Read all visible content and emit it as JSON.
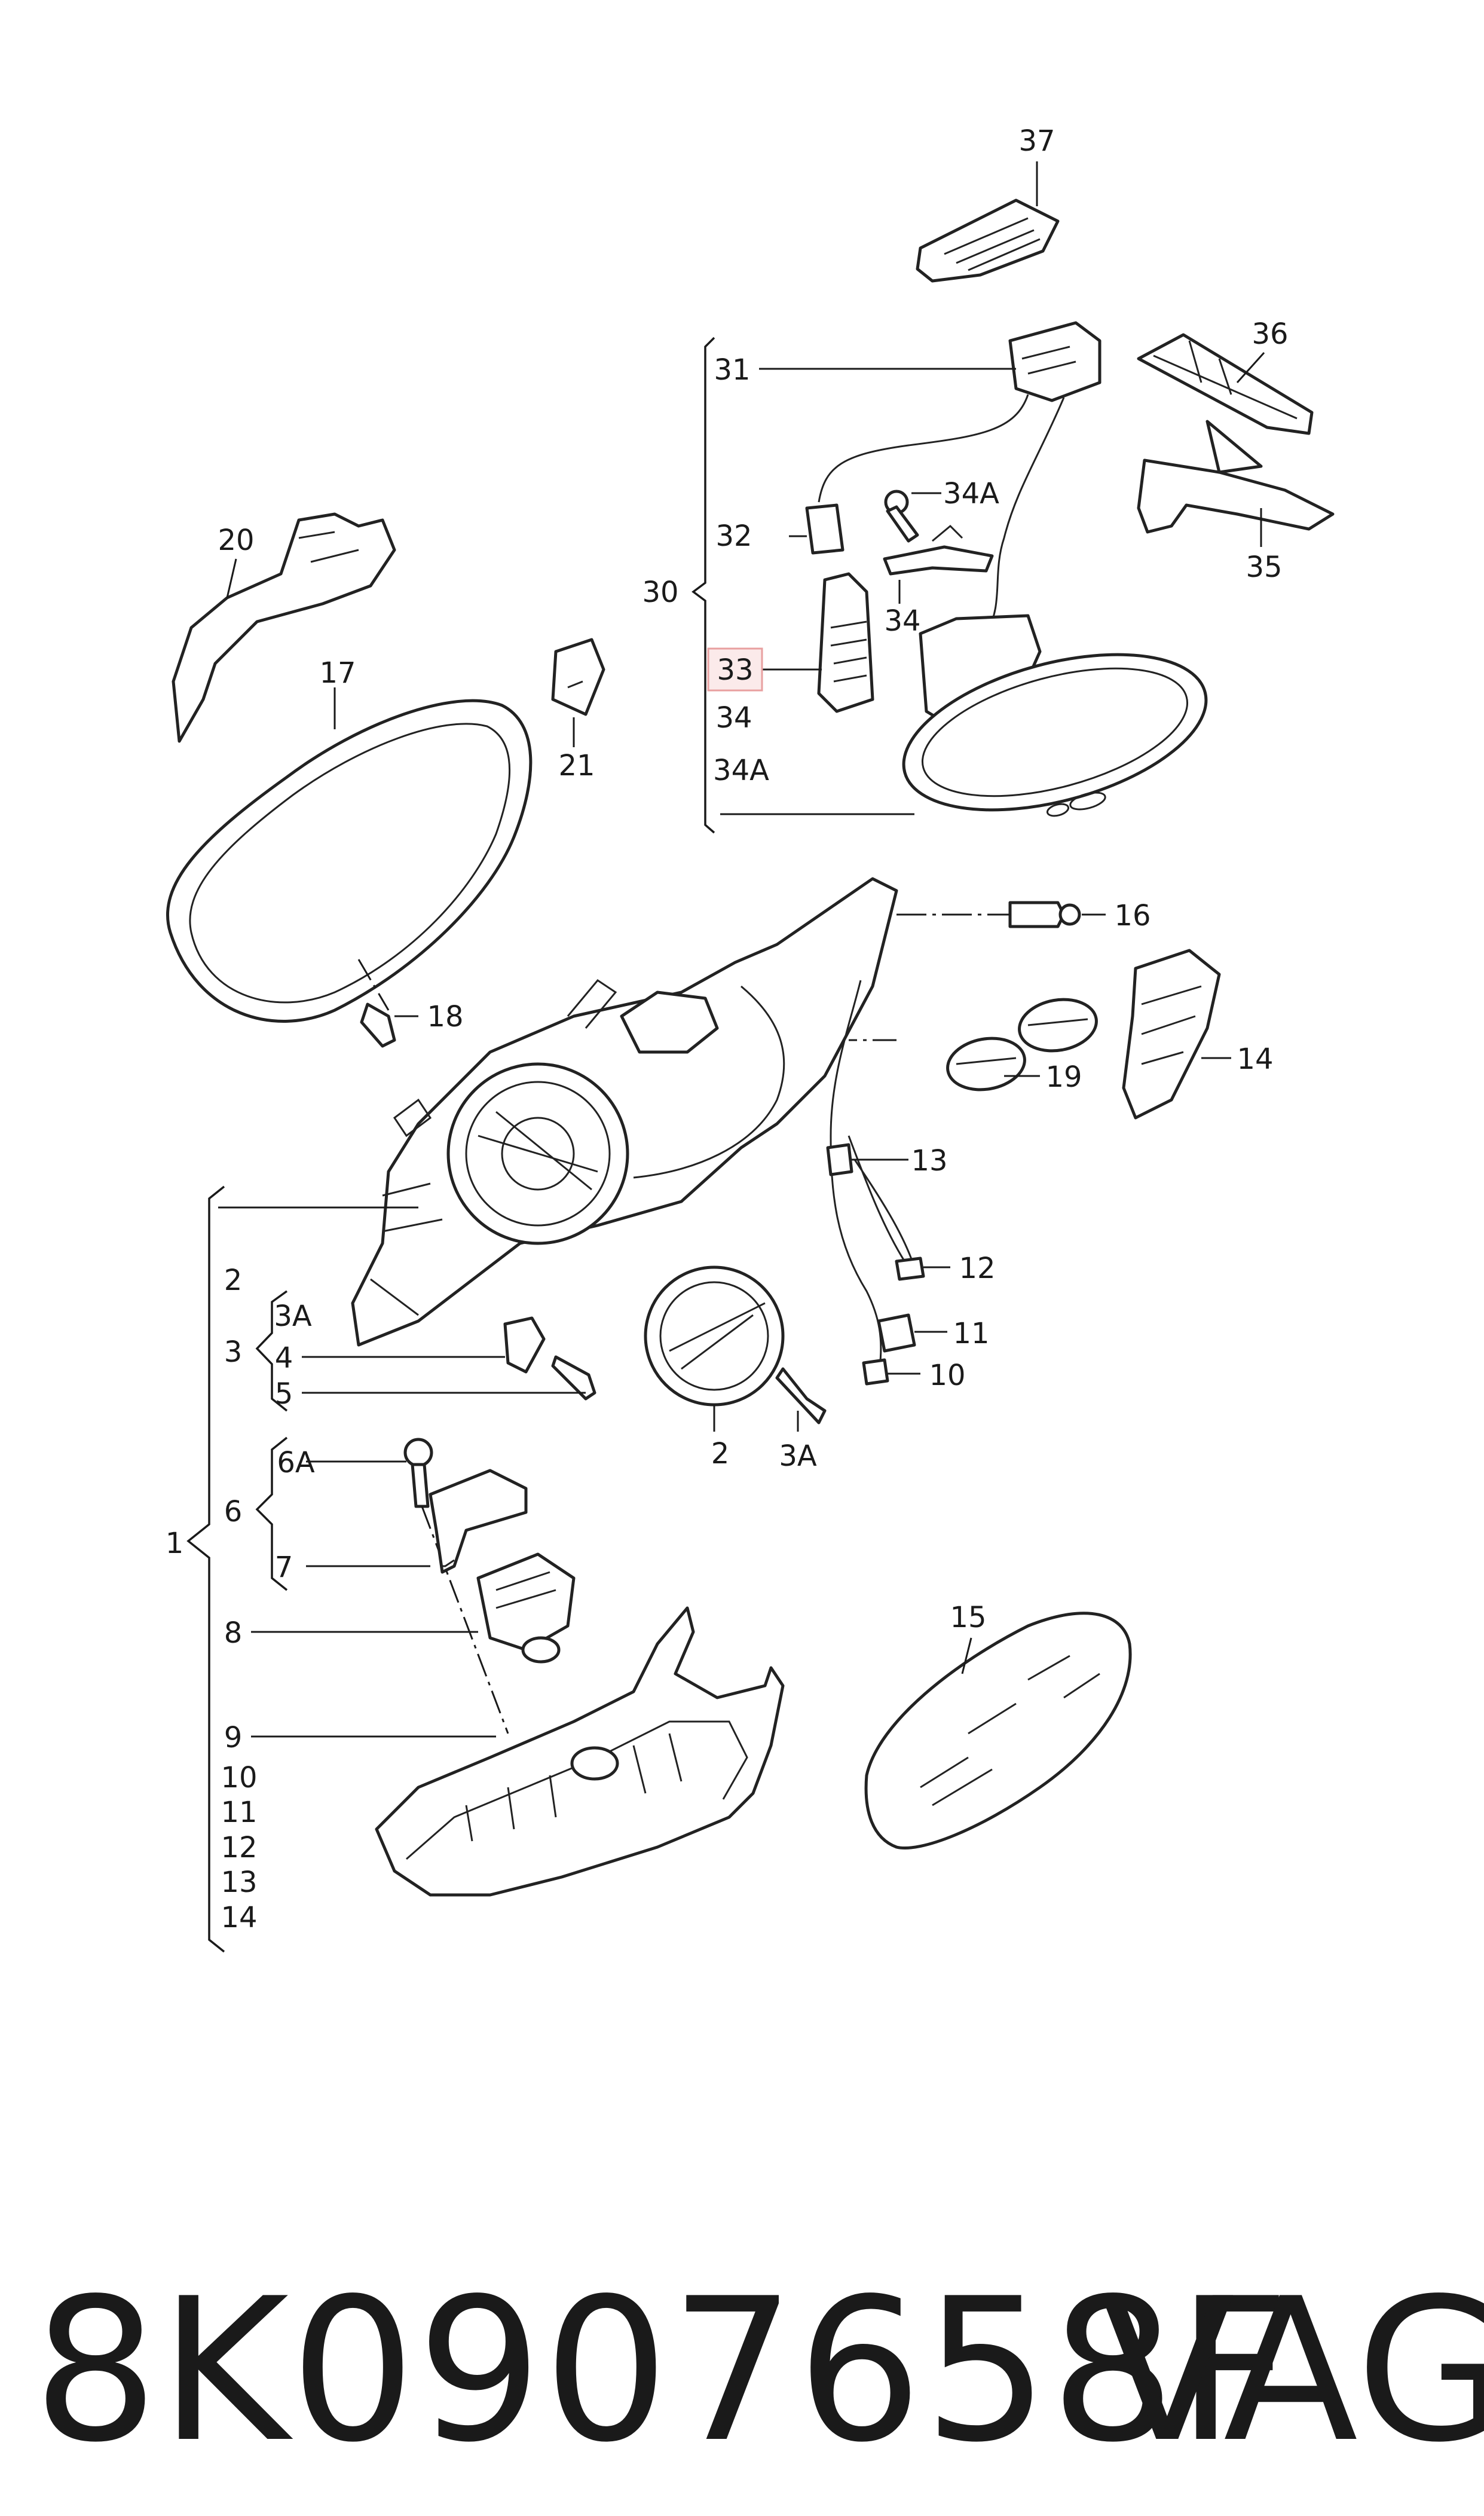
{
  "diagram": {
    "labels": {
      "l37": "37",
      "l36": "36",
      "l35": "35",
      "l31": "31",
      "l32": "32",
      "l34a_top": "34A",
      "l34_mid": "34",
      "l30": "30",
      "l33": "33",
      "l34_list": "34",
      "l34a_list": "34A",
      "l20": "20",
      "l17": "17",
      "l21": "21",
      "l16": "16",
      "l18": "18",
      "l19": "19",
      "l14_right": "14",
      "l13_right": "13",
      "l12_right": "12",
      "l11_right": "11",
      "l10_right": "10",
      "l2_list": "2",
      "l3A_list": "3A",
      "l3": "3",
      "l4": "4",
      "l5": "5",
      "l2_part": "2",
      "l3A_part": "3A",
      "l6A": "6A",
      "l6": "6",
      "l1": "1",
      "l7": "7",
      "l8": "8",
      "l9": "9",
      "l15": "15",
      "l10_list": "10",
      "l11_list": "11",
      "l12_list": "12",
      "l13_list": "13",
      "l14_list": "14"
    },
    "highlighted_label": "33",
    "highlight_color": "#e8a0a0"
  },
  "footer": {
    "part_number": "8K0907658F",
    "brand": "VAG"
  }
}
